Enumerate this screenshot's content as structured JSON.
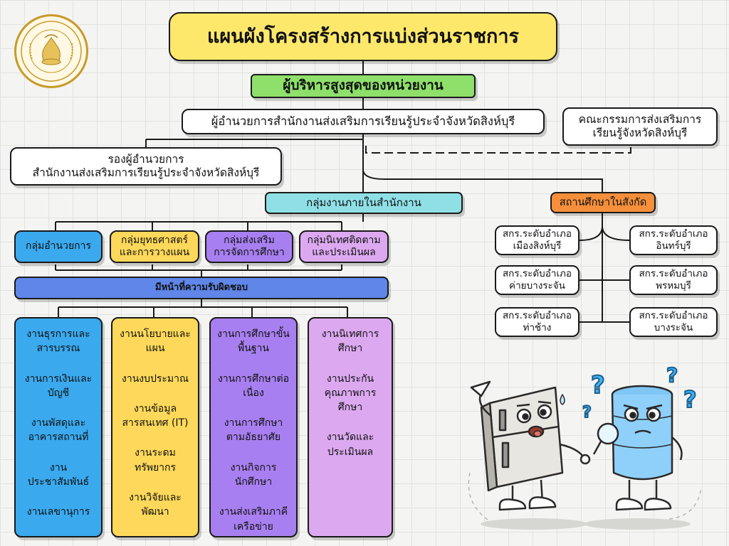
{
  "title": "แผนผังโครงสร้างการแบ่งส่วนราชการ",
  "top_exec": "ผู้บริหารสูงสุดของหน่วยงาน",
  "director": "ผู้อำนวยการสำนักงานส่งเสริมการเรียนรู้ประจำจังหวัดสิงห์บุรี",
  "committee": {
    "line1": "คณะกรรมการส่งเสริมการ",
    "line2": "เรียนรู้จังหวัดสิงห์บุรี"
  },
  "deputy": {
    "line1": "รองผู้อำนวยการ",
    "line2": "สำนักงานส่งเสริมการเรียนรู้ประจำจังหวัดสิงห์บุรี"
  },
  "internal_group": "กลุ่มงานภายในสำนักงาน",
  "units_header": "สถานศึกษาในสังกัด",
  "groups": [
    {
      "line1": "กลุ่มอำนวยการ",
      "line2": ""
    },
    {
      "line1": "กลุ่มยุทธศาสตร์",
      "line2": "และการวางแผน"
    },
    {
      "line1": "กลุ่มส่งเสริม",
      "line2": "การจัดการศึกษา"
    },
    {
      "line1": "กลุ่มนิเทศติดตาม",
      "line2": "และประเมินผล"
    }
  ],
  "responsibility": "มีหน้าที่ความรับผิดชอบ",
  "columns": [
    {
      "items": [
        {
          "l1": "งานธุรการและ",
          "l2": "สารบรรณ"
        },
        {
          "l1": "งานการเงินและ",
          "l2": "บัญชี"
        },
        {
          "l1": "งานพัสดุและ",
          "l2": "อาคารสถานที่"
        },
        {
          "l1": "งาน",
          "l2": "ประชาสัมพันธ์"
        },
        {
          "l1": "งานเลขานุการ",
          "l2": ""
        }
      ]
    },
    {
      "items": [
        {
          "l1": "งานนโยบายและ",
          "l2": "แผน"
        },
        {
          "l1": "งานงบประมาณ",
          "l2": ""
        },
        {
          "l1": "งานข้อมูล",
          "l2": "สารสนเทศ (IT)"
        },
        {
          "l1": "งานระดม",
          "l2": "ทรัพยากร"
        },
        {
          "l1": "งานวิจัยและ",
          "l2": "พัฒนา"
        }
      ]
    },
    {
      "items": [
        {
          "l1": "งานการศึกษาขั้น",
          "l2": "พื้นฐาน"
        },
        {
          "l1": "งานการศึกษาต่อ",
          "l2": "เนื่อง"
        },
        {
          "l1": "งานการศึกษา",
          "l2": "ตามอัธยาศัย"
        },
        {
          "l1": "งานกิจการ",
          "l2": "นักศึกษา"
        },
        {
          "l1": "งานส่งเสริมภาคี",
          "l2": "เครือข่าย"
        }
      ]
    },
    {
      "items": [
        {
          "l1": "งานนิเทศการ",
          "l2": "ศึกษา"
        },
        {
          "l1": "งานประกัน",
          "l2": "คุณภาพการ",
          "l3": "ศึกษา"
        },
        {
          "l1": "งานวัดและ",
          "l2": "ประเมินผล"
        }
      ]
    }
  ],
  "units": [
    {
      "l1": "สกร.ระดับอำเภอ",
      "l2": "เมืองสิงห์บุรี"
    },
    {
      "l1": "สกร.ระดับอำเภอ",
      "l2": "อินทร์บุรี"
    },
    {
      "l1": "สกร.ระดับอำเภอ",
      "l2": "ค่ายบางระจัน"
    },
    {
      "l1": "สกร.ระดับอำเภอ",
      "l2": "พรหมบุรี"
    },
    {
      "l1": "สกร.ระดับอำเภอ",
      "l2": "ท่าช้าง"
    },
    {
      "l1": "สกร.ระดับอำเภอ",
      "l2": "บางระจัน"
    }
  ],
  "colors": {
    "title_bg": "#fde86b",
    "exec_bg": "#8ee06a",
    "internal_bg": "#8fe0e6",
    "units_bg": "#f58f3b",
    "blue": "#3aa9ee",
    "yellow": "#fdd85a",
    "purple": "#a87ff0",
    "pink": "#dca9f0",
    "resp_bg": "#5f86e8"
  }
}
